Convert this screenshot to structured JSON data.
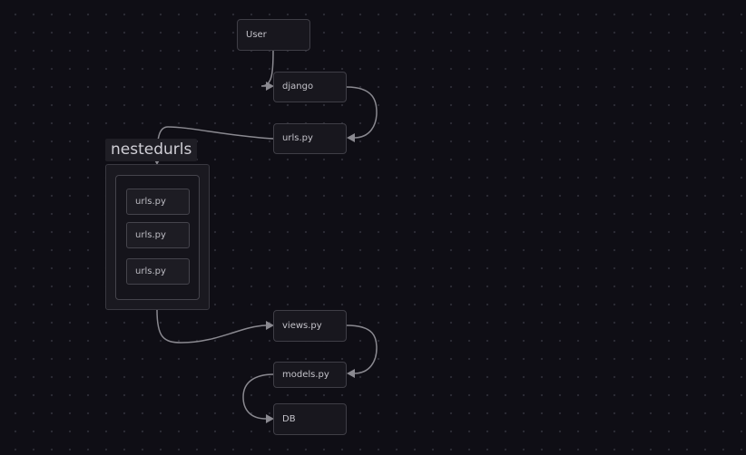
{
  "diagram": {
    "nodes": {
      "user": "User",
      "django": "django",
      "urls_main": "urls.py",
      "views": "views.py",
      "models": "models.py",
      "db": "DB"
    },
    "group": {
      "label": "nestedurls",
      "items": [
        "urls.py",
        "urls.py",
        "urls.py"
      ]
    },
    "edges": [
      {
        "from": "User",
        "to": "django"
      },
      {
        "from": "django",
        "to": "urls.py"
      },
      {
        "from": "urls.py",
        "to": "nestedurls"
      },
      {
        "from": "nestedurls",
        "to": "views.py"
      },
      {
        "from": "views.py",
        "to": "models.py"
      },
      {
        "from": "models.py",
        "to": "DB"
      }
    ],
    "colors": {
      "background": "#0f0e15",
      "grid_dot": "#2c2b35",
      "node_fill": "#18171e",
      "node_border": "#3f3e46",
      "edge": "#8a8990",
      "text": "#c4c3ca"
    }
  }
}
